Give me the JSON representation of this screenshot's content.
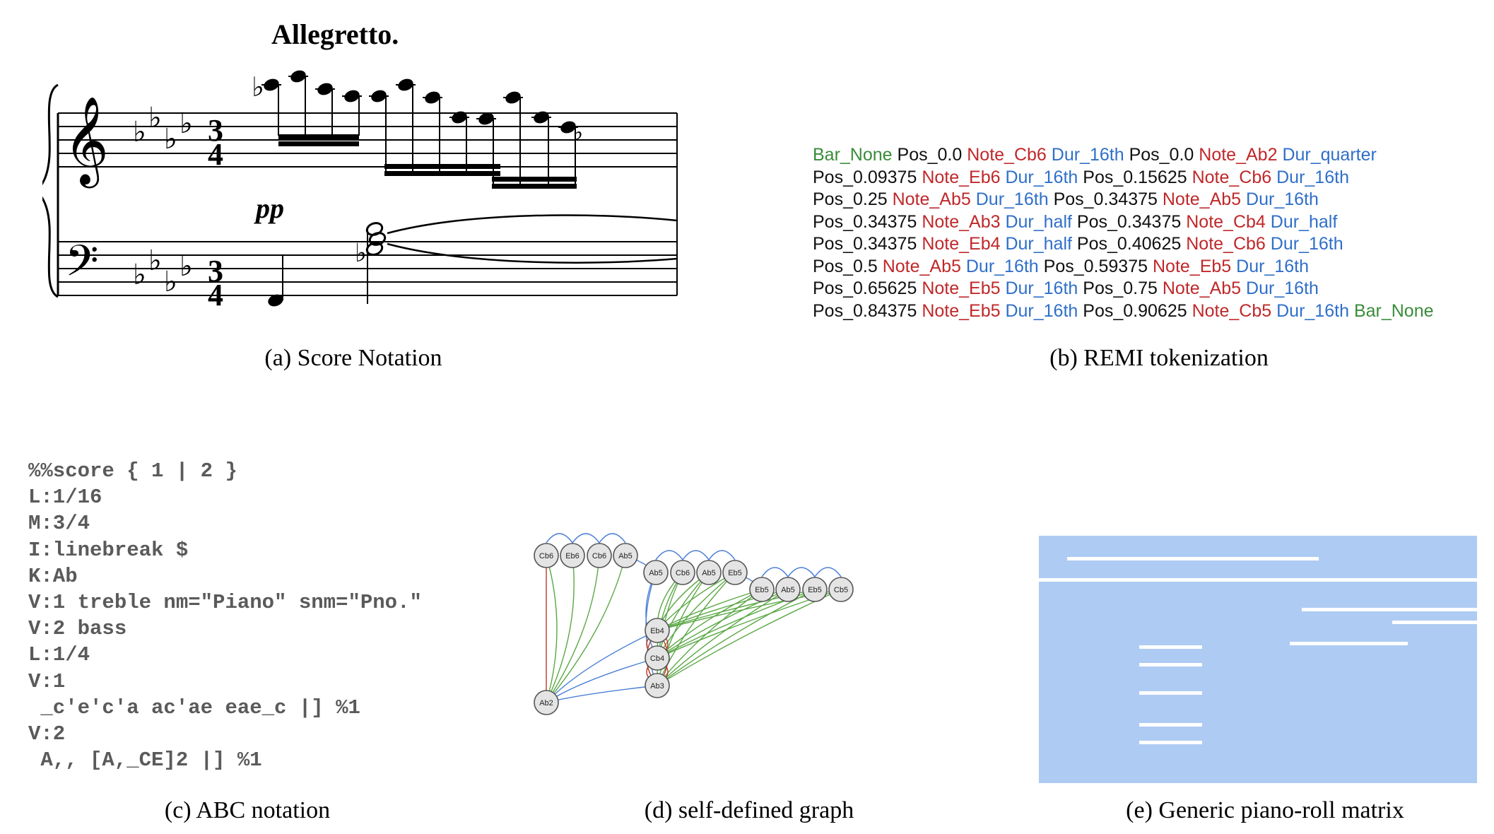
{
  "panel_a": {
    "tempo": "Allegretto.",
    "dynamic": "pp",
    "time_signature_top": "3",
    "time_signature_bottom": "4",
    "caption": "(a) Score Notation"
  },
  "panel_b": {
    "lines": [
      [
        [
          "bar",
          "Bar_None"
        ],
        [
          "pos",
          "Pos_0.0"
        ],
        [
          "note",
          "Note_Cb6"
        ],
        [
          "dur",
          "Dur_16th"
        ],
        [
          "pos",
          "Pos_0.0"
        ],
        [
          "note",
          "Note_Ab2"
        ],
        [
          "dur",
          "Dur_quarter"
        ]
      ],
      [
        [
          "pos",
          "Pos_0.09375"
        ],
        [
          "note",
          "Note_Eb6"
        ],
        [
          "dur",
          "Dur_16th"
        ],
        [
          "pos",
          "Pos_0.15625"
        ],
        [
          "note",
          "Note_Cb6"
        ],
        [
          "dur",
          "Dur_16th"
        ]
      ],
      [
        [
          "pos",
          "Pos_0.25"
        ],
        [
          "note",
          "Note_Ab5"
        ],
        [
          "dur",
          "Dur_16th"
        ],
        [
          "pos",
          "Pos_0.34375"
        ],
        [
          "note",
          "Note_Ab5"
        ],
        [
          "dur",
          "Dur_16th"
        ]
      ],
      [
        [
          "pos",
          "Pos_0.34375"
        ],
        [
          "note",
          "Note_Ab3"
        ],
        [
          "dur",
          "Dur_half"
        ],
        [
          "pos",
          "Pos_0.34375"
        ],
        [
          "note",
          "Note_Cb4"
        ],
        [
          "dur",
          "Dur_half"
        ]
      ],
      [
        [
          "pos",
          "Pos_0.34375"
        ],
        [
          "note",
          "Note_Eb4"
        ],
        [
          "dur",
          "Dur_half"
        ],
        [
          "pos",
          "Pos_0.40625"
        ],
        [
          "note",
          "Note_Cb6"
        ],
        [
          "dur",
          "Dur_16th"
        ]
      ],
      [
        [
          "pos",
          "Pos_0.5"
        ],
        [
          "note",
          "Note_Ab5"
        ],
        [
          "dur",
          "Dur_16th"
        ],
        [
          "pos",
          "Pos_0.59375"
        ],
        [
          "note",
          "Note_Eb5"
        ],
        [
          "dur",
          "Dur_16th"
        ]
      ],
      [
        [
          "pos",
          "Pos_0.65625"
        ],
        [
          "note",
          "Note_Eb5"
        ],
        [
          "dur",
          "Dur_16th"
        ],
        [
          "pos",
          "Pos_0.75"
        ],
        [
          "note",
          "Note_Ab5"
        ],
        [
          "dur",
          "Dur_16th"
        ]
      ],
      [
        [
          "pos",
          "Pos_0.84375"
        ],
        [
          "note",
          "Note_Eb5"
        ],
        [
          "dur",
          "Dur_16th"
        ],
        [
          "pos",
          "Pos_0.90625"
        ],
        [
          "note",
          "Note_Cb5"
        ],
        [
          "dur",
          "Dur_16th"
        ],
        [
          "bar",
          "Bar_None"
        ]
      ]
    ],
    "caption": "(b) REMI tokenization"
  },
  "panel_c": {
    "lines": [
      "%%score { 1 | 2 }",
      "L:1/16",
      "M:3/4",
      "I:linebreak $",
      "K:Ab",
      "V:1 treble nm=\"Piano\" snm=\"Pno.\"",
      "V:2 bass",
      "L:1/4",
      "V:1",
      " _c'e'c'a ac'ae eae_c |] %1",
      "V:2",
      " A,, [A,_CE]2 |] %1"
    ],
    "caption": "(c) ABC notation"
  },
  "panel_d": {
    "nodes": [
      "Cb6",
      "Eb6",
      "Cb6",
      "Ab5",
      "Ab5",
      "Cb6",
      "Ab5",
      "Eb5",
      "Eb5",
      "Ab5",
      "Eb5",
      "Cb5",
      "Eb4",
      "Cb4",
      "Ab3",
      "Ab2"
    ],
    "edge_colors": {
      "sequence": "#4a7fd4",
      "onset": "#5aa845",
      "chord": "#b83a2a"
    },
    "caption": "(d) self-defined graph"
  },
  "panel_e": {
    "background_color": "#aecbf3",
    "note_color": "#ffffff",
    "caption": "(e) Generic piano-roll matrix"
  },
  "colors": {
    "bar": "#3a8c3a",
    "note": "#c0282a",
    "dur": "#2f6fc9",
    "pos": "#111111"
  }
}
